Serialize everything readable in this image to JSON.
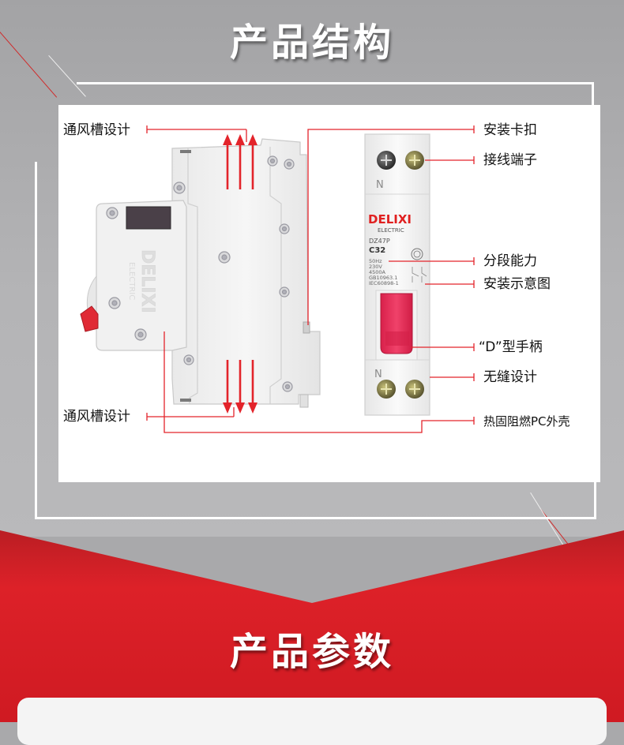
{
  "section_title": "产品结构",
  "section_params_title": "产品参数",
  "callouts": {
    "vent_top": "通风槽设计",
    "vent_bottom": "通风槽设计",
    "clip": "安装卡扣",
    "terminal": "接线端子",
    "breaking_capacity": "分段能力",
    "install_diagram": "安装示意图",
    "handle": "“D”型手柄",
    "seamless": "无缝设计",
    "shell": "热固阻燃PC外壳"
  },
  "device": {
    "brand": "DELIXI",
    "brand_sub": "ELECTRIC",
    "model": "DZ47P",
    "rating": "C32",
    "spec_lines": [
      "50Hz",
      "230V",
      "4500A",
      "GB10963.1",
      "IEC60898-1"
    ],
    "terminal_mark_top": "N",
    "terminal_mark_bottom": "N"
  },
  "colors": {
    "accent_red": "#e3242b",
    "handle_pink": "#e8305a",
    "brand_red": "#e02020"
  }
}
